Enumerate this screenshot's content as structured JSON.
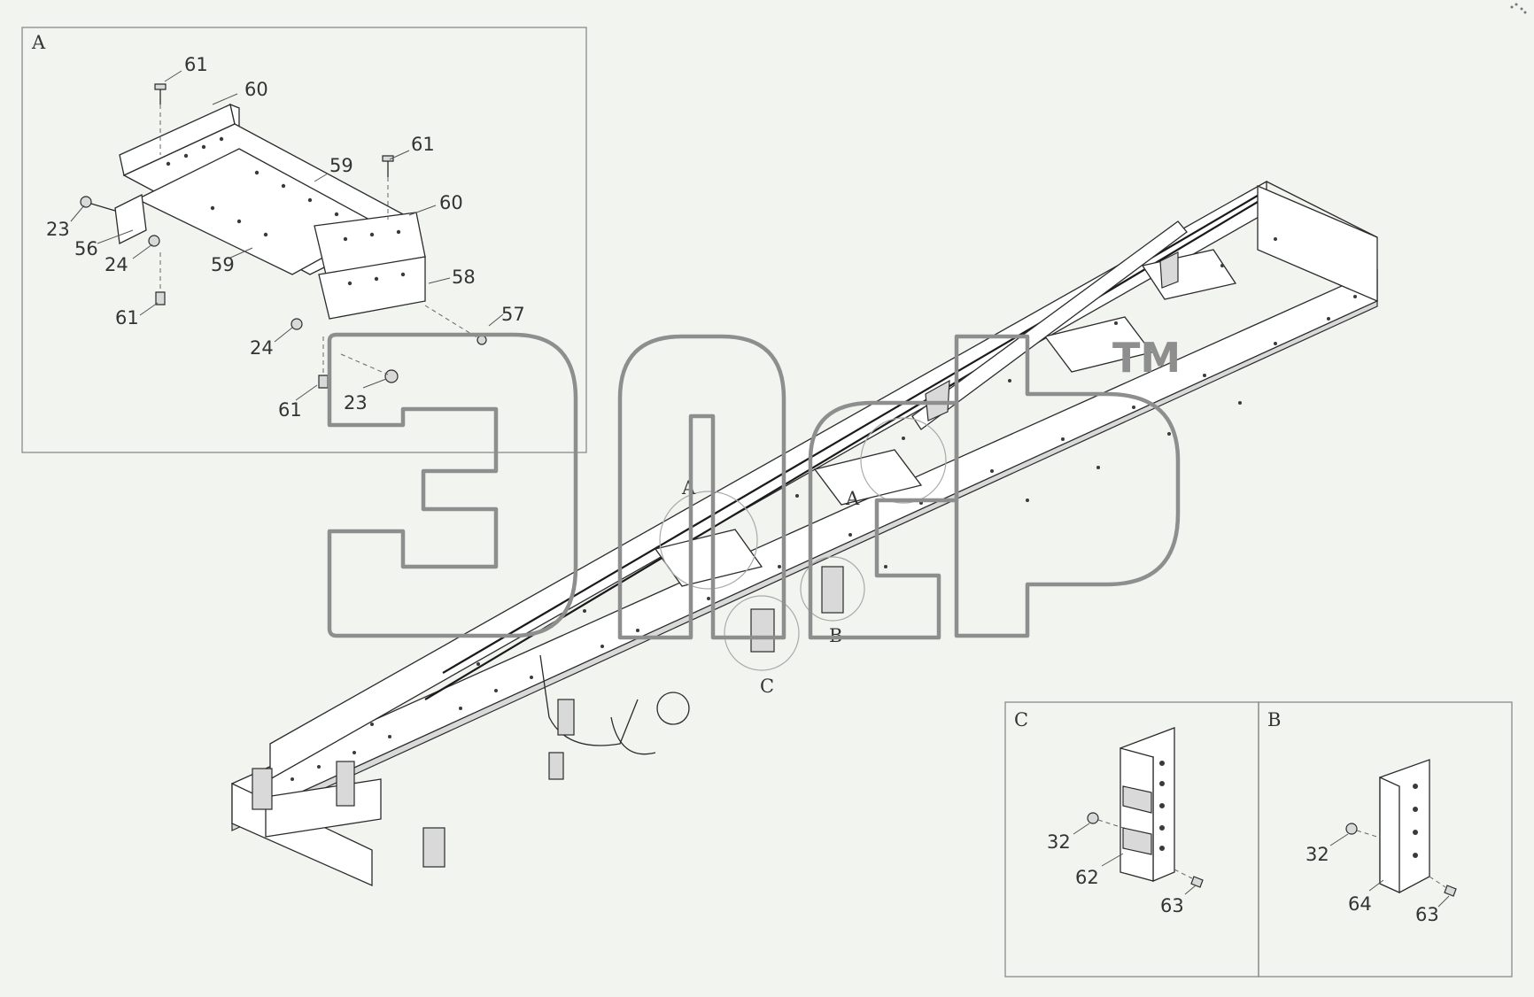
{
  "views": {
    "detail_a": "A",
    "detail_b": "B",
    "detail_c": "C"
  },
  "main_callouts": {
    "a1": "A",
    "a2": "A",
    "b": "B",
    "c": "C"
  },
  "part_labels": {
    "a_61_top": "61",
    "a_60_top": "60",
    "a_61_right": "61",
    "a_59_top": "59",
    "a_60_right": "60",
    "a_23_left": "23",
    "a_56": "56",
    "a_24_left": "24",
    "a_59_bottom": "59",
    "a_58": "58",
    "a_61_left": "61",
    "a_57": "57",
    "a_24_bottom": "24",
    "a_23_bottom": "23",
    "a_61_bottom": "61",
    "c_32": "32",
    "c_62": "62",
    "c_63": "63",
    "b_32": "32",
    "b_64": "64",
    "b_63": "63"
  },
  "watermark": {
    "trademark": "TM"
  }
}
